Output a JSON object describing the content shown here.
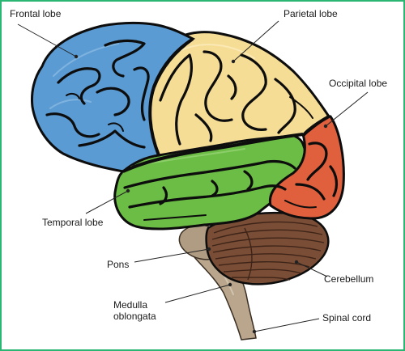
{
  "labels": {
    "frontal_lobe": "Frontal lobe",
    "parietal_lobe": "Parietal lobe",
    "occipital_lobe": "Occipital lobe",
    "temporal_lobe": "Temporal lobe",
    "pons": "Pons",
    "medulla_line1": "Medulla",
    "medulla_line2": "oblongata",
    "cerebellum": "Cerebellum",
    "spinal_cord": "Spinal cord"
  },
  "colors": {
    "frame_border": "#2bb673",
    "frontal": "#5b9bd3",
    "parietal": "#f6dd96",
    "occipital": "#e0603e",
    "temporal": "#6cbd45",
    "cerebellum": "#7a4e36",
    "brainstem": "#b9a68d",
    "outline": "#0d0d0d"
  }
}
